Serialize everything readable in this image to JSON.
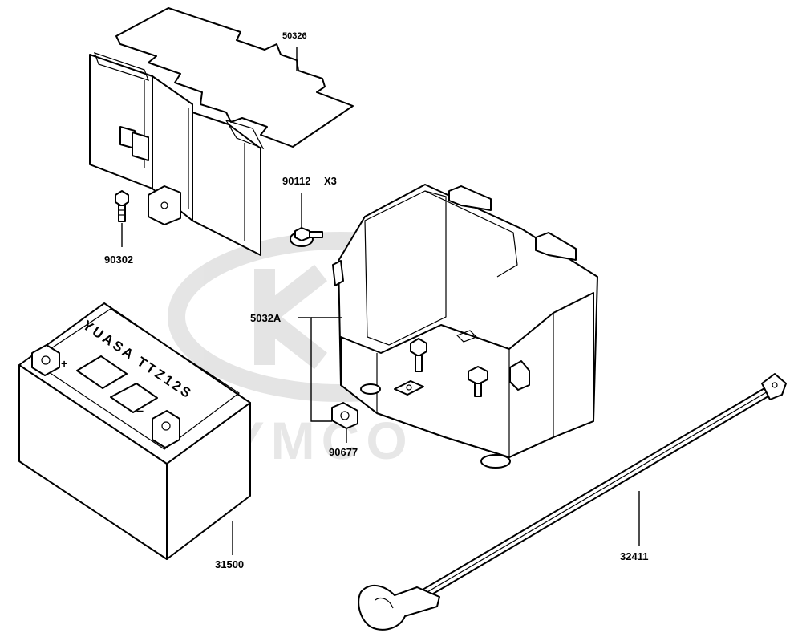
{
  "watermark": {
    "brand": "KYMCO",
    "color": "#d9d9d9"
  },
  "parts": {
    "cover": {
      "number": "50326"
    },
    "cover_bolt": {
      "number": "90302"
    },
    "case_bolt": {
      "number": "90112",
      "qty": "X3"
    },
    "battery_case": {
      "number": "5032A"
    },
    "clip_nut": {
      "number": "90677"
    },
    "battery": {
      "number": "31500",
      "marking": "YUASA TTZ12S",
      "plus": "+",
      "minus": "−"
    },
    "strap": {
      "number": "32411"
    }
  }
}
